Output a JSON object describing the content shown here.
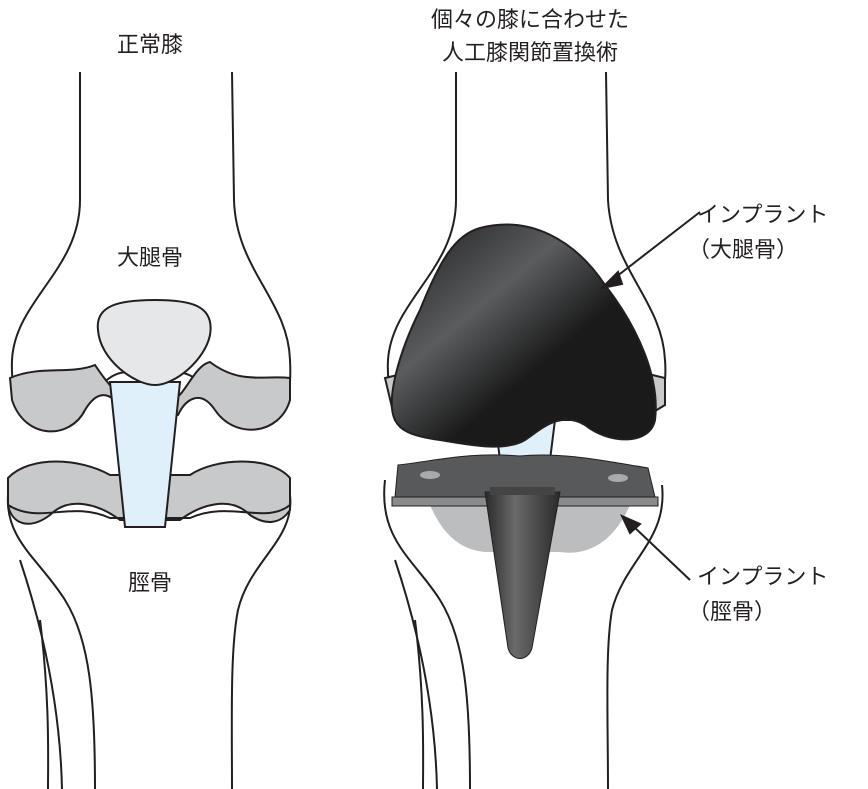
{
  "labels": {
    "normal_knee": "正常膝",
    "femur_left": "大腿骨",
    "tibia_left": "脛骨",
    "tka_title_line1": "個々の膝に合わせた",
    "tka_title_line2": "人工膝関節置換術",
    "implant_femur_line1": "インプラント",
    "implant_femur_line2": "（大腿骨）",
    "implant_tibia_line1": "インプラント",
    "implant_tibia_line2": "（脛骨）"
  },
  "colors": {
    "outline": "#231f20",
    "cartilage": "#c8c9ca",
    "patella": "#e6e7e8",
    "ligament": "#dff0fa",
    "implant_dark": "#231f20",
    "tray": "#555555"
  }
}
